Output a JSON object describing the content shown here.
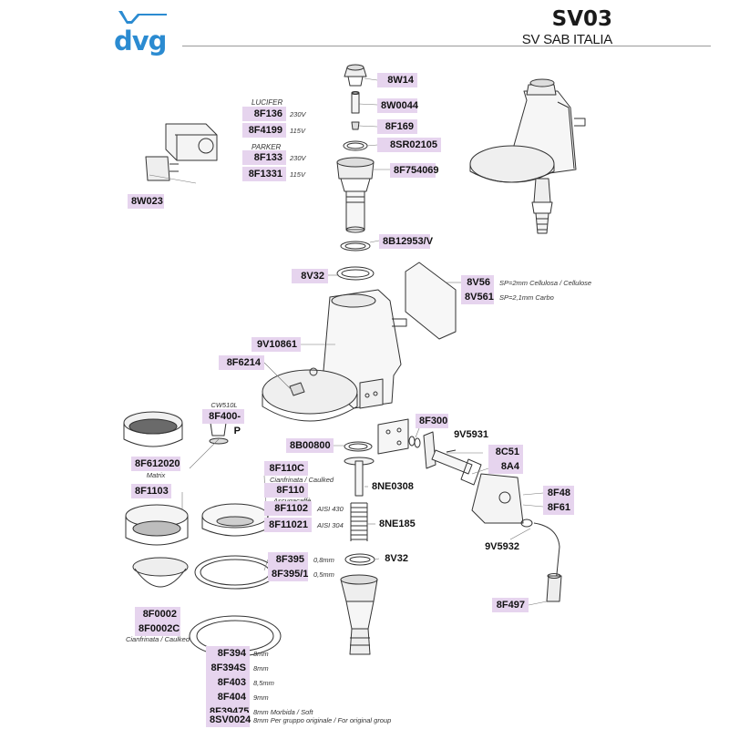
{
  "header": {
    "logo_text": "dvg",
    "model": "SV03",
    "subtitle": "SV SAB ITALIA"
  },
  "colors": {
    "label_bg": "#e6d4ee",
    "logo_blue": "#2b8bd1",
    "line": "#333333"
  },
  "parts": {
    "8W14": "8W14",
    "8W0044": "8W0044",
    "8F169": "8F169",
    "8SR02105": "8SR02105",
    "8F754069": "8F754069",
    "8B12953V": "8B12953/V",
    "8V32a": "8V32",
    "8V56": "8V56",
    "8V561": "8V561",
    "9V10861": "9V10861",
    "8F6214": "8F6214",
    "8F136": "8F136",
    "8F4199": "8F4199",
    "8F133": "8F133",
    "8F1331": "8F1331",
    "8W023": "8W023",
    "8F400P": "8F400-P",
    "8F612020": "8F612020",
    "8F1103": "8F1103",
    "8F110C": "8F110C",
    "8F110": "8F110",
    "8F1102": "8F1102",
    "8F11021": "8F11021",
    "8F395": "8F395",
    "8F3951": "8F395/1",
    "8F0002": "8F0002",
    "8F0002C": "8F0002C",
    "8F394": "8F394",
    "8F394S": "8F394S",
    "8F403": "8F403",
    "8F404": "8F404",
    "8F39475": "8F39475",
    "8SV0024": "8SV0024",
    "8B00800": "8B00800",
    "8NE0308": "8NE0308",
    "8NE185": "8NE185",
    "8V32b": "8V32",
    "8F300": "8F300",
    "9V5931": "9V5931",
    "8C51": "8C51",
    "8A4": "8A4",
    "8F48": "8F48",
    "8F61": "8F61",
    "9V5932": "9V5932",
    "8F497": "8F497"
  },
  "notes": {
    "lucifer": "LUCIFER",
    "parker": "PARKER",
    "v230a": "230V",
    "v115a": "115V",
    "v230b": "230V",
    "v115b": "115V",
    "sp2": "SP=2mm Cellulosa / Cellulose",
    "sp21": "SP=2,1mm  Carbo",
    "cw510l": "CW510L",
    "matrix": "Matrix",
    "cianfrinata": "Cianfrinata / Caulked",
    "ascugacaffe": "Ascugacaffè",
    "aisi430": "AISI 430",
    "aisi304": "AISI 304",
    "mm08": "0,8mm",
    "mm05": "0,5mm",
    "cianfrinata2": "Cianfrinata / Caulked",
    "mm8a": "8mm",
    "mm8b": "8mm",
    "mm85": "8,5mm",
    "mm9": "9mm",
    "morbida": "8mm Morbida / Soft",
    "originale": "8mm Per gruppo originale / For original group"
  }
}
